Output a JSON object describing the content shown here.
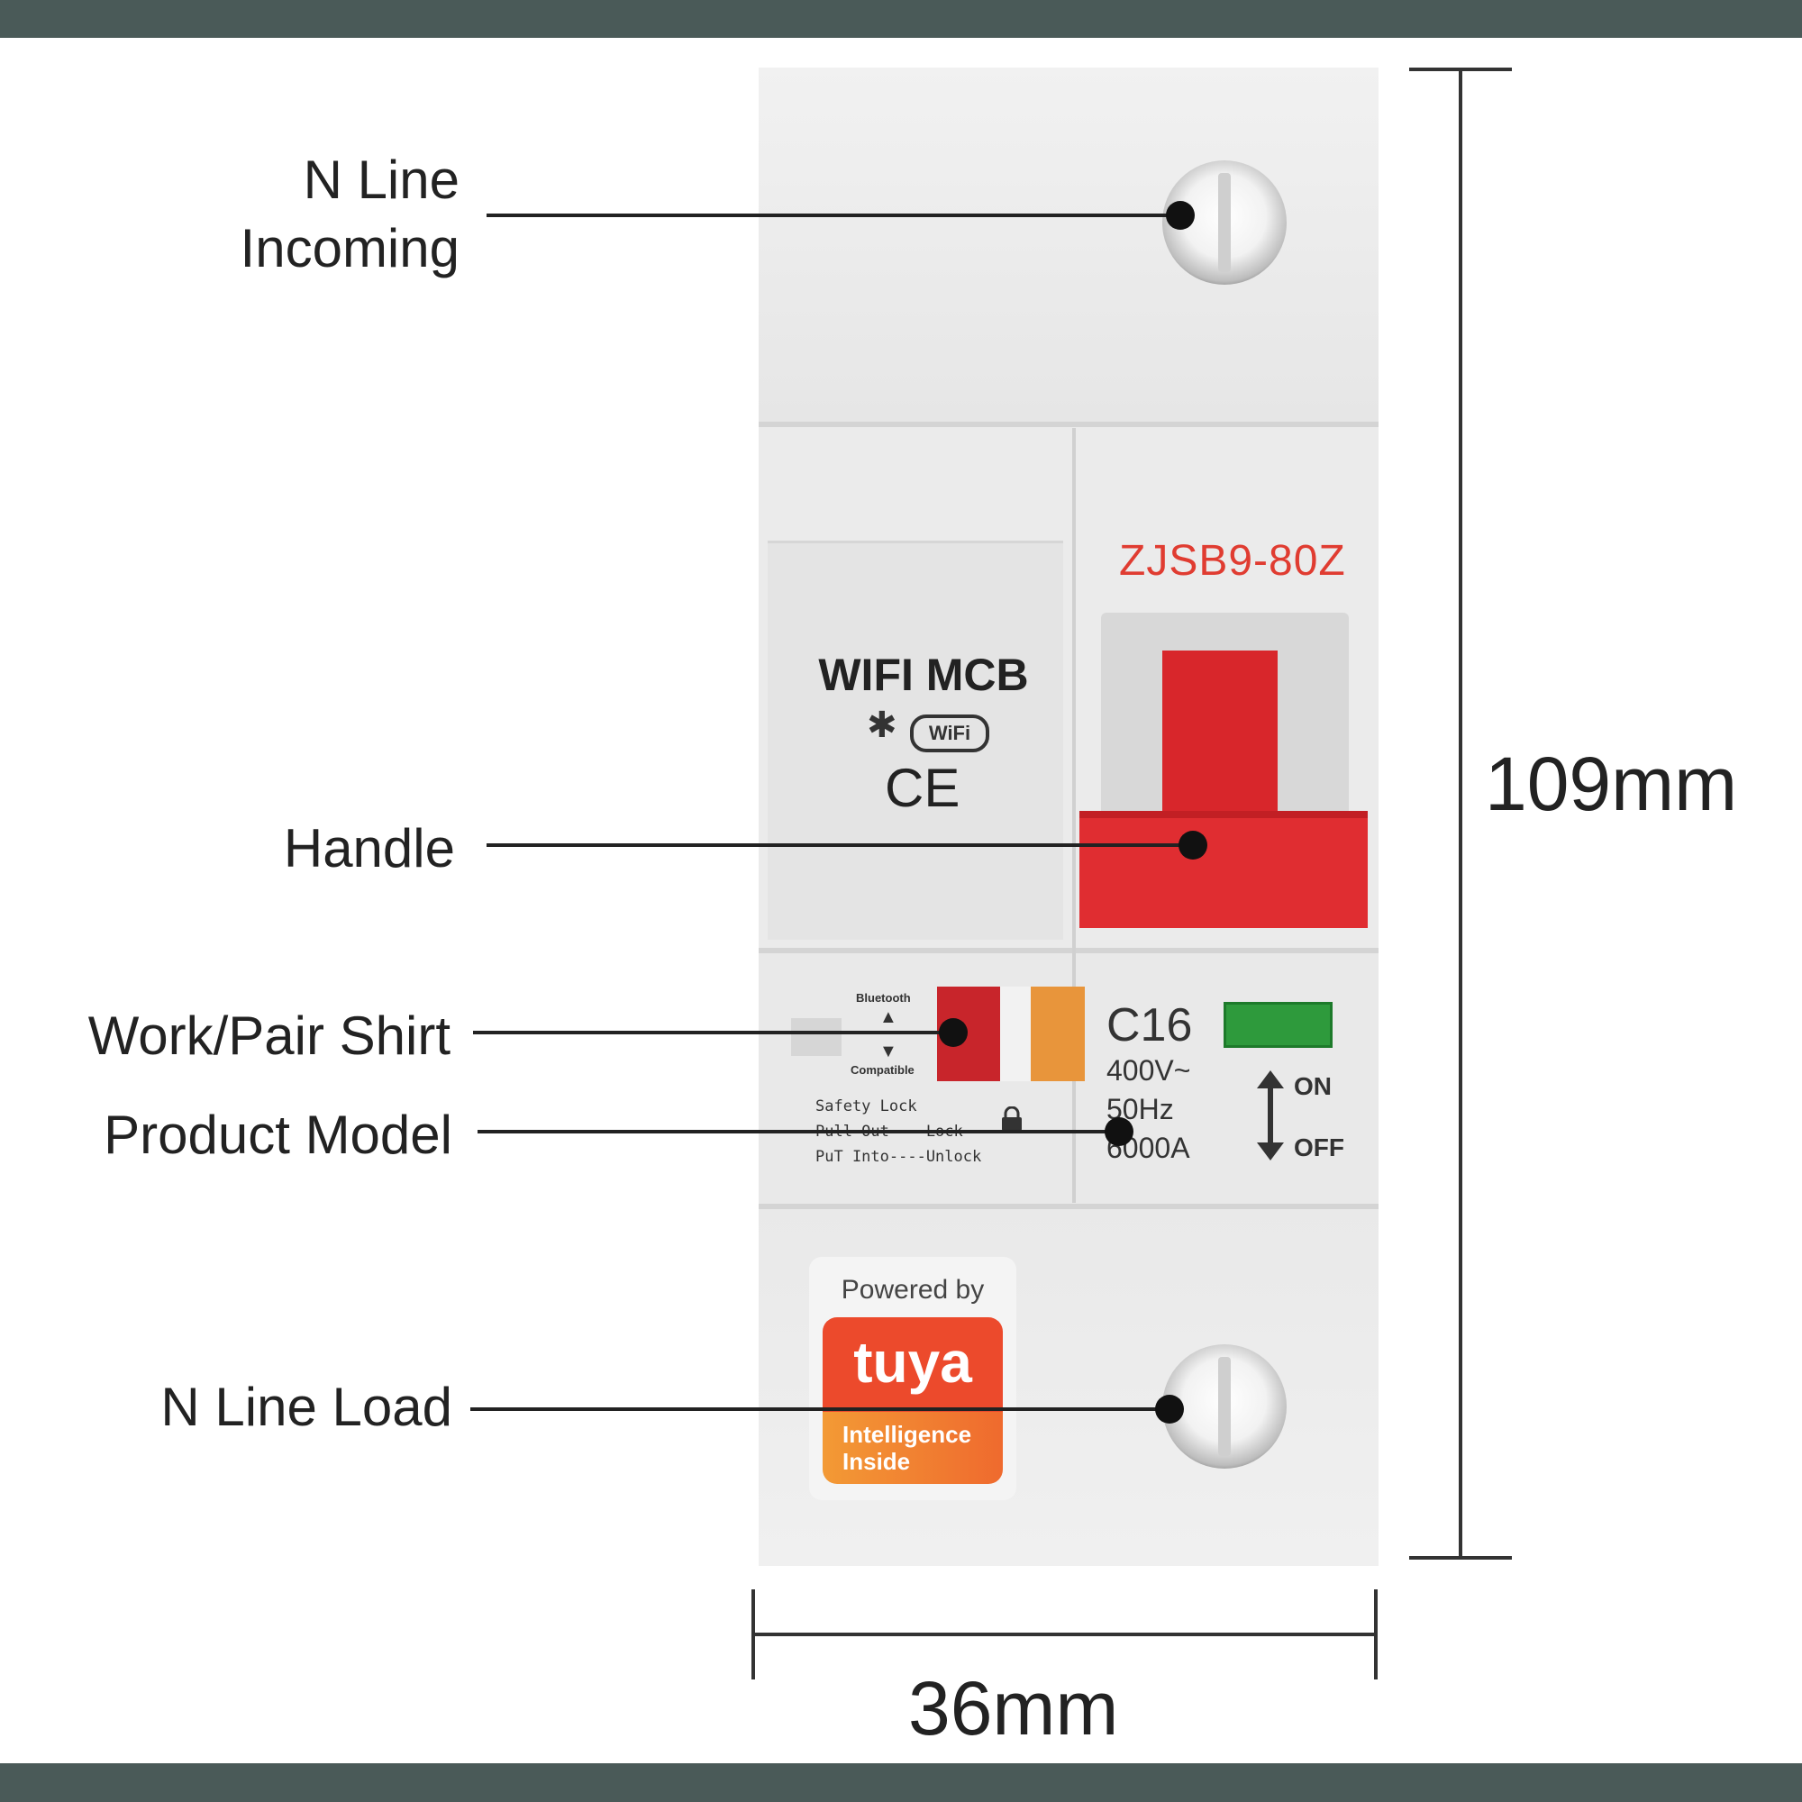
{
  "callouts": {
    "n_line_incoming": "N Line\nIncoming",
    "handle": "Handle",
    "work_pair": "Work/Pair Shirt",
    "product_model": "Product Model",
    "n_line_load": "N Line Load"
  },
  "device": {
    "model": "ZJSB9-80Z",
    "title": "WIFI MCB",
    "wifi_badge": "WiFi",
    "ce": "CE",
    "switch_top": "Bluetooth",
    "switch_bottom": "Compatible",
    "safety_lock": "Safety Lock",
    "pull_out": "Pull Out----Lock",
    "put_into": "PuT Into----Unlock",
    "rating": "C16",
    "voltage": "400V~",
    "frequency": "50Hz",
    "breaking": "6000A",
    "on": "ON",
    "off": "OFF",
    "powered_by": "Powered by",
    "brand": "tuya",
    "brand_tagline": "Intelligence\nInside"
  },
  "dimensions": {
    "height": "109mm",
    "width": "36mm"
  },
  "colors": {
    "band": "#4a5a58",
    "handle": "#e02d31",
    "model_text": "#e03c31",
    "indicator": "#2e9a3c",
    "tuya": "#ec4a2c"
  }
}
